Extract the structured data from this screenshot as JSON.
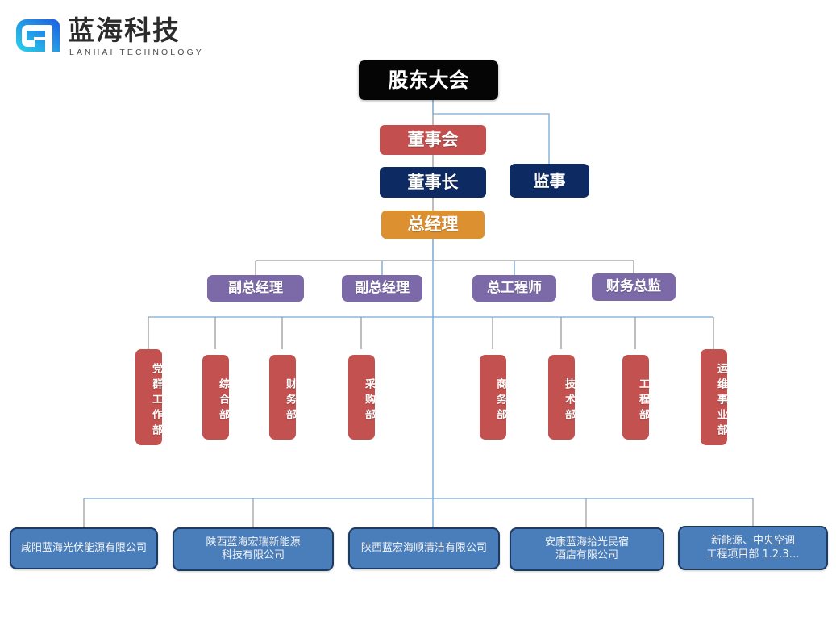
{
  "brand": {
    "name_cn": "蓝海科技",
    "name_en": "LANHAI TECHNOLOGY",
    "logo_icon": "lanhai-logo-icon",
    "gradient_from": "#2ad4e8",
    "gradient_to": "#1a6fe0"
  },
  "colors": {
    "shareholders": "#050505",
    "board": "#c3504f",
    "chairman": "#0d2b62",
    "supervisor": "#0d2b62",
    "general_manager": "#dd9030",
    "executive": "#7c6aa8",
    "department": "#c2514f",
    "subsidiary_fill": "#4a7ebb",
    "subsidiary_border": "#1f3a5f",
    "connector_blue": "#8cb4df",
    "connector_gray": "#9a9a9a"
  },
  "chart_data": {
    "type": "org-chart",
    "title": "蓝海科技组织架构图",
    "levels": [
      {
        "level": 1,
        "nodes": [
          "股东大会"
        ]
      },
      {
        "level": 2,
        "nodes": [
          "董事会",
          "监事"
        ]
      },
      {
        "level": 3,
        "nodes": [
          "董事长"
        ]
      },
      {
        "level": 4,
        "nodes": [
          "总经理"
        ]
      },
      {
        "level": 5,
        "nodes": [
          "副总经理",
          "副总经理",
          "总工程师",
          "财务总监"
        ]
      },
      {
        "level": 6,
        "nodes": [
          "党群工作部",
          "综合部",
          "财务部",
          "采购部",
          "商务部",
          "技术部",
          "工程部",
          "运维事业部"
        ]
      },
      {
        "level": 7,
        "nodes": [
          "咸阳蓝海光伏能源有限公司",
          "陕西蓝海宏瑞新能源科技有限公司",
          "陕西蓝宏海顺清洁有限公司",
          "安康蓝海拾光民宿酒店有限公司",
          "新能源、中央空调工程项目部 1.2.3…"
        ]
      }
    ]
  },
  "nodes": {
    "shareholders": {
      "label": "股东大会"
    },
    "board": {
      "label": "董事会"
    },
    "supervisor": {
      "label": "监事"
    },
    "chairman": {
      "label": "董事长"
    },
    "general_manager": {
      "label": "总经理"
    },
    "executives": [
      {
        "label": "副总经理"
      },
      {
        "label": "副总经理"
      },
      {
        "label": "总工程师"
      },
      {
        "label": "财务总监"
      }
    ],
    "departments": [
      {
        "label": "党群工作部"
      },
      {
        "label": "综合部"
      },
      {
        "label": "财务部"
      },
      {
        "label": "采购部"
      },
      {
        "label": "商务部"
      },
      {
        "label": "技术部"
      },
      {
        "label": "工程部"
      },
      {
        "label": "运维事业部"
      }
    ],
    "subsidiaries": [
      {
        "line1": "咸阳蓝海光伏能源有限公司",
        "line2": ""
      },
      {
        "line1": "陕西蓝海宏瑞新能源",
        "line2": "科技有限公司"
      },
      {
        "line1": "陕西蓝宏海顺清洁有限公司",
        "line2": ""
      },
      {
        "line1": "安康蓝海拾光民宿",
        "line2": "酒店有限公司"
      },
      {
        "line1": "新能源、中央空调",
        "line2": "工程项目部 1.2.3…"
      }
    ]
  }
}
